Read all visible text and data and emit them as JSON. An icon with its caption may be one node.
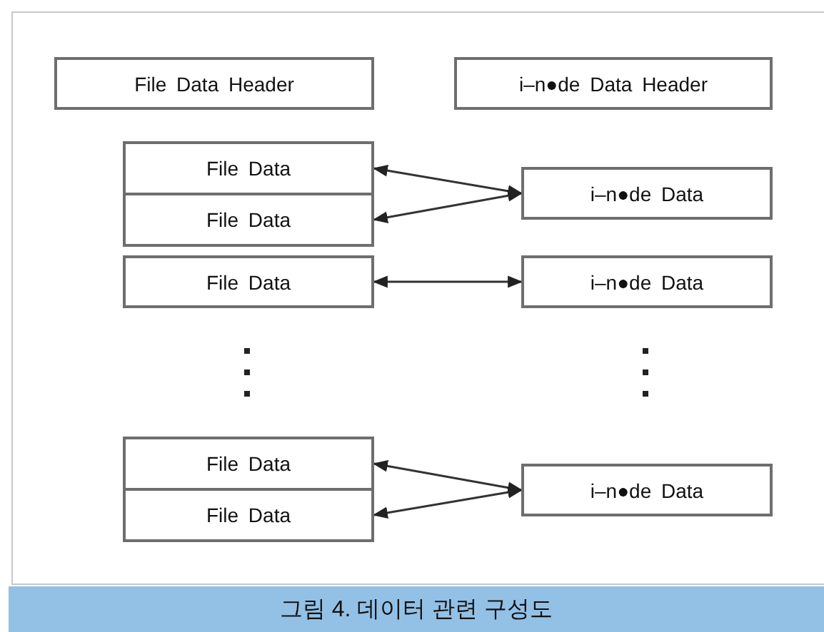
{
  "diagram": {
    "caption": "그림 4. 데이터 관련 구성도",
    "nodes": [
      {
        "text": [
          "File Data Header"
        ]
      },
      {
        "text": [
          "i–n●de Data Header"
        ]
      },
      {
        "text": [
          "File Data"
        ]
      },
      {
        "text": [
          "i–n●de Data"
        ]
      },
      {
        "text": [
          "File Data"
        ]
      },
      {
        "text": [
          "File Data"
        ]
      },
      {
        "text": [
          "i–n●de Data"
        ]
      },
      {
        "text": [
          "File Data"
        ]
      },
      {
        "text": [
          "i–n●de Data"
        ]
      },
      {
        "text": [
          "File Data"
        ]
      }
    ],
    "edges": [
      {
        "from": 2,
        "to": 3,
        "arrow": "both"
      },
      {
        "from": 4,
        "to": 3,
        "arrow": "both"
      },
      {
        "from": 5,
        "to": 6,
        "arrow": "both"
      },
      {
        "from": 7,
        "to": 8,
        "arrow": "both"
      },
      {
        "from": 9,
        "to": 8,
        "arrow": "both"
      }
    ]
  }
}
